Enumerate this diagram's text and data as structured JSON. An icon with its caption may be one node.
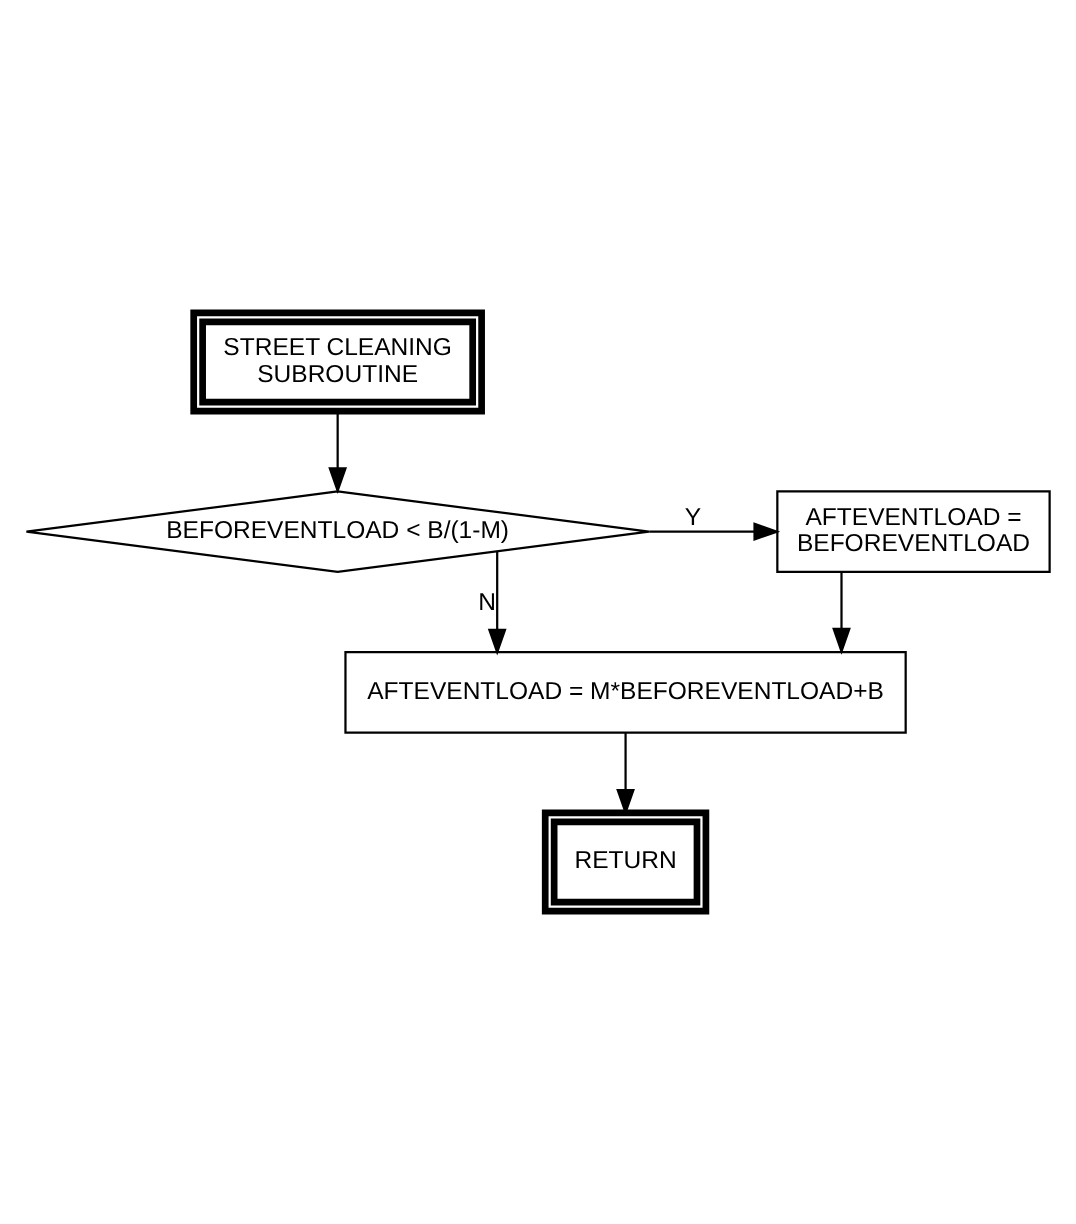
{
  "diagram": {
    "nodes": [
      {
        "text": [
          "STREET CLEANING SUBROUTINE"
        ]
      },
      {
        "text": [
          "BEFOREVENTLOAD < B/(1-M)"
        ]
      },
      {
        "text": [
          "AFTEVENTLOAD = BEFOREVENTLOAD"
        ]
      },
      {
        "text": [
          "AFTEVENTLOAD = M*BEFOREVENTLOAD+B"
        ]
      },
      {
        "text": [
          "RETURN"
        ]
      }
    ],
    "edges": [
      {
        "from": 0,
        "to": 1,
        "arrow": "to"
      },
      {
        "from": 1,
        "to": 2,
        "arrow": "to",
        "label": "Y"
      },
      {
        "from": 1,
        "to": 3,
        "arrow": "to",
        "label": "N"
      },
      {
        "from": 2,
        "to": 3,
        "arrow": "to"
      },
      {
        "from": 3,
        "to": 4,
        "arrow": "to"
      }
    ]
  }
}
